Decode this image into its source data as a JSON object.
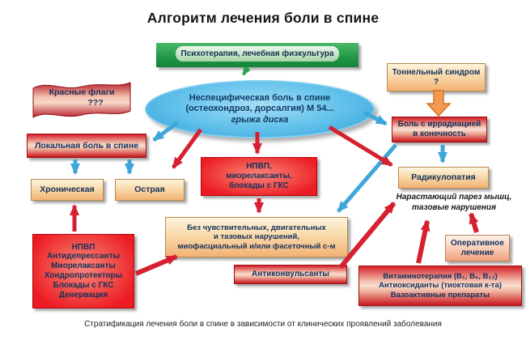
{
  "title": "Алгоритм лечения боли в спине",
  "caption": "Стратификация лечения боли в спине в зависимости от клинических проявлений заболевания",
  "colors": {
    "arrow_red": "#d6202f",
    "arrow_blue": "#3ea7da",
    "arrow_green": "#2aa450",
    "block_arrow_orange": "#f29a52",
    "node_red": "#ed1c24",
    "node_peach_bottom": "#f2b273",
    "ellipse_blue": "#5fc0ea",
    "green_box": "#239a48"
  },
  "nodes": {
    "psychotherapy": "Психотерапия, лечебная физкультура",
    "central_line1": "Неспецифическая боль в спине",
    "central_line2": "(остеохондроз, дорсалгия) М 54...",
    "central_line3": "грыжа диска",
    "red_flags_line1": "Красные флаги",
    "red_flags_line2": "???",
    "tunnel_syndrome": [
      "Тоннельный синдром",
      "?"
    ],
    "pain_radiating": [
      "Боль с иррадиацией",
      "в конечность"
    ],
    "local_pain": "Локальная боль в спине",
    "chronic": "Хроническая",
    "acute": "Острая",
    "nsaid_blockades": [
      "НПВП,",
      "миорелаксанты,",
      "блокады с ГКС"
    ],
    "radiculopathy": "Радикулопатия",
    "paresis_note": [
      "Нарастающий парез мышц,",
      "тазовые нарушения"
    ],
    "no_disorders": [
      "Без чувствительных, двигательных",
      "и тазовых нарушений,",
      "миофасциальный и/или фасеточный с-м"
    ],
    "anticonvulsants": "Антиконвульсанты",
    "surgery": [
      "Оперативное",
      "лечение"
    ],
    "left_treatments": [
      "НПВП",
      "Антидепрессанты",
      "Миорелаксанты",
      "Хондропротекторы",
      "Блокады с ГКС",
      "Денервация"
    ],
    "vitamins": [
      "Витаминотерапия (В₁, В₆, В₁₂)",
      "Антиоксиданты (тиоктовая к-та)",
      "Вазоактивные препараты"
    ]
  }
}
